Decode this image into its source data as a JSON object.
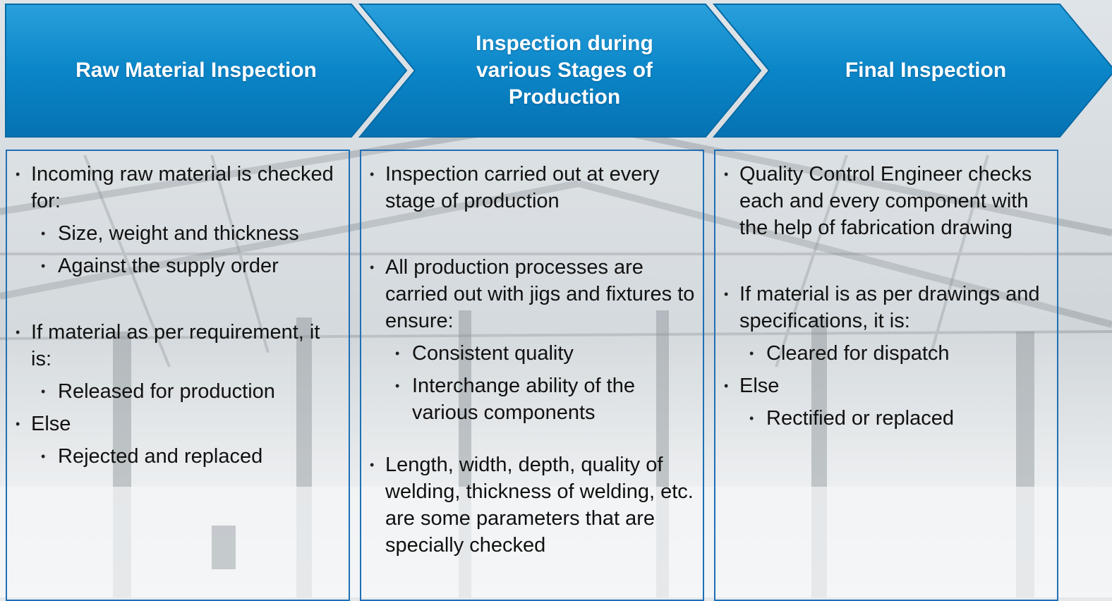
{
  "colors": {
    "chevron_fill": "#0a82c4",
    "chevron_dark": "#066aa6",
    "chevron_light": "#2aa0dc",
    "box_border": "#1f6fb6",
    "title_text": "#ffffff",
    "body_text": "#111111"
  },
  "stages": [
    {
      "title": "Raw Material Inspection"
    },
    {
      "title": "Inspection during various Stages of Production"
    },
    {
      "title": "Final Inspection"
    }
  ],
  "raw": {
    "b1": "Incoming raw material is checked for:",
    "b1_s1": "Size, weight and thickness",
    "b1_s2": "Against the supply order",
    "b2": "If material as per requirement, it is:",
    "b2_s1": "Released for production",
    "b3": "Else",
    "b3_s1": "Rejected and replaced"
  },
  "production": {
    "b1": "Inspection carried out at every stage of production",
    "b2": "All production processes are carried out with jigs and fixtures to ensure:",
    "b2_s1": "Consistent quality",
    "b2_s2": "Interchange ability of the various components",
    "b3": "Length, width, depth, quality of welding, thickness of welding, etc. are some parameters that are specially checked"
  },
  "final": {
    "b1": "Quality Control Engineer checks each and every component with the help of fabrication drawing",
    "b2": "If material is as per drawings and specifications, it is:",
    "b2_s1": "Cleared for dispatch",
    "b3": "Else",
    "b3_s1": "Rectified or replaced"
  }
}
